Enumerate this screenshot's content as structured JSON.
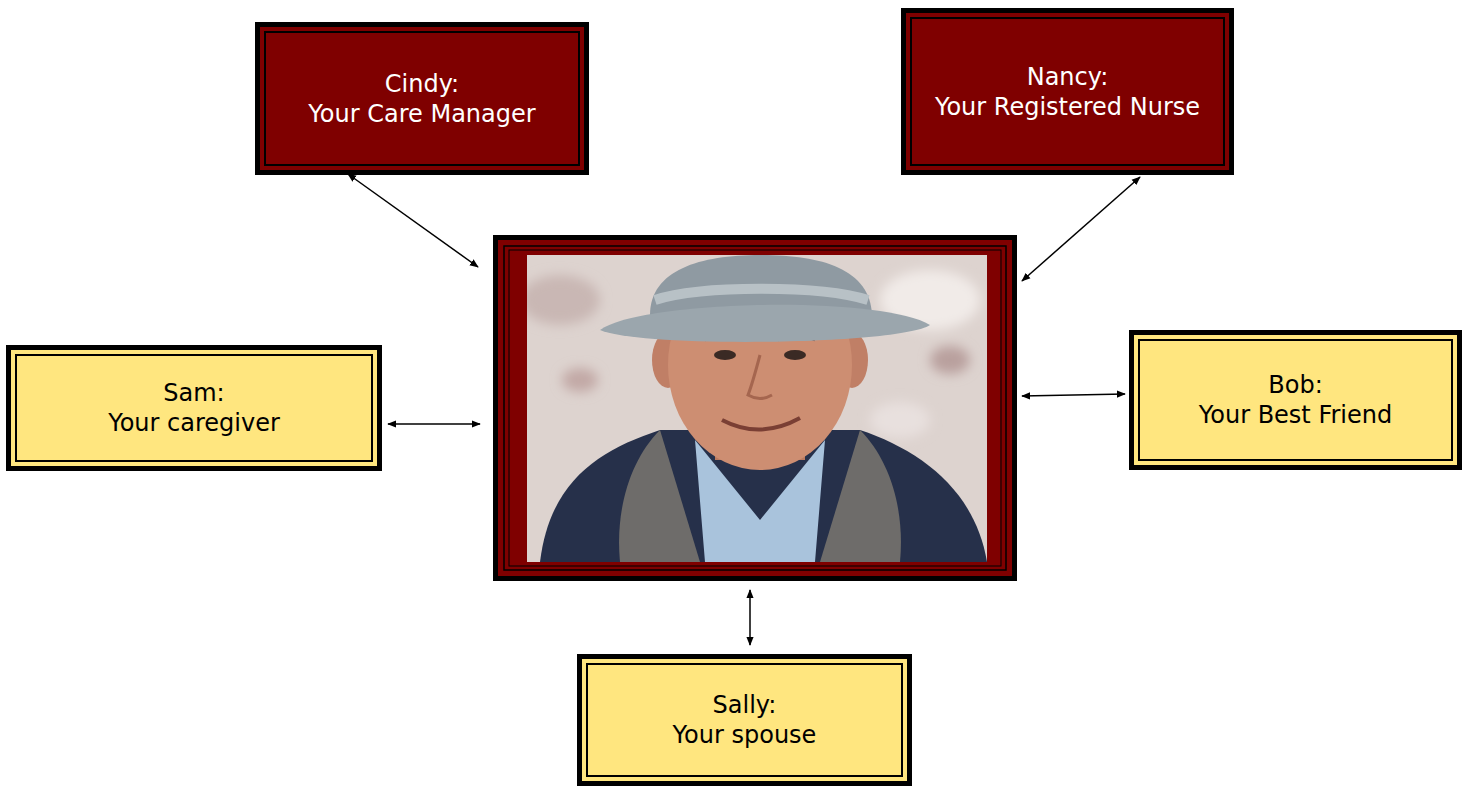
{
  "diagram": {
    "nodes": [
      {
        "text": [
          "Cindy:",
          "Your Care Manager"
        ]
      },
      {
        "text": [
          "Nancy:",
          "Your Registered Nurse"
        ]
      },
      {
        "text": [
          "Sam:",
          "Your caregiver"
        ]
      },
      {
        "text": [
          "Bob:",
          "Your Best Friend"
        ]
      },
      {
        "text": [
          "Sally:",
          "Your spouse"
        ]
      }
    ]
  }
}
